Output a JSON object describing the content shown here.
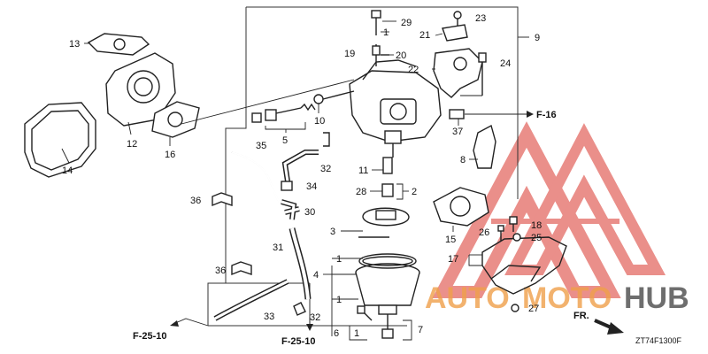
{
  "labels": {
    "p1": "1",
    "p1b": "1",
    "p1c": "1",
    "p1d": "1",
    "p2": "2",
    "p3": "3",
    "p4": "4",
    "p5": "5",
    "p6": "6",
    "p7": "7",
    "p8": "8",
    "p9": "9",
    "p10": "10",
    "p11": "11",
    "p12": "12",
    "p13": "13",
    "p14": "14",
    "p15": "15",
    "p16": "16",
    "p17": "17",
    "p18": "18",
    "p19": "19",
    "p20": "20",
    "p21": "21",
    "p22": "22",
    "p23": "23",
    "p24": "24",
    "p25": "25",
    "p26": "26",
    "p27": "27",
    "p28": "28",
    "p29": "29",
    "p30": "30",
    "p31": "31",
    "p32": "32",
    "p32b": "32",
    "p33": "33",
    "p34": "34",
    "p35": "35",
    "p36": "36",
    "p36b": "36",
    "p37": "37"
  },
  "refs": {
    "f16": "F-16",
    "f2510_left": "F-25-10",
    "f2510_mid": "F-25-10",
    "fr": "FR."
  },
  "diagram_code": "ZT74F1300F",
  "watermark": {
    "text_auto": "AUTO",
    "text_moto": "MOTO",
    "text_hub": "HUB",
    "color_red": "#d9342b",
    "color_orange": "#f0a04b"
  }
}
